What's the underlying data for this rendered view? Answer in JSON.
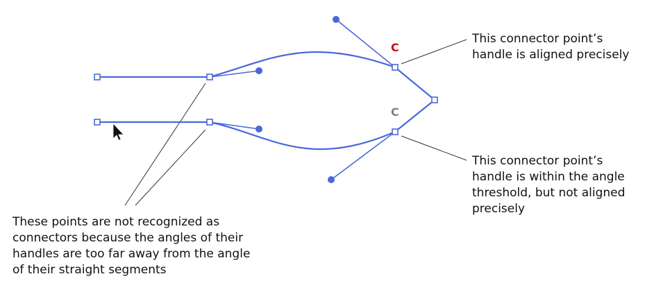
{
  "annotations": {
    "top_right": "This connector point’s\nhandle is aligned precisely",
    "bottom_right": "This connector point’s\nhandle is within the angle\nthreshold, but not aligned\nprecisely",
    "bottom_left": "These points are not recognized as\nconnectors because the angles of their\nhandles are too far away from the angle\nof their straight segments"
  },
  "connector_markers": {
    "aligned": "C",
    "not_aligned": "C"
  },
  "colors": {
    "path": "#4a68d8",
    "aligned_marker": "#d0021b",
    "not_aligned_marker": "#808080",
    "leader_line": "#333333",
    "text": "#111111"
  },
  "icons": {
    "cursor": "mouse-pointer-icon"
  }
}
